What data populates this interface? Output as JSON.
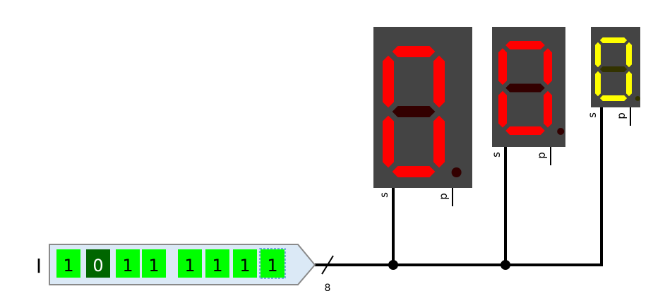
{
  "input": {
    "label": "I",
    "bits": [
      "1",
      "0",
      "1",
      "1",
      "1",
      "1",
      "1",
      "1"
    ],
    "selected_bit_index": 7,
    "bus_width": "8"
  },
  "displays": [
    {
      "name": "large",
      "segments_on": [
        "a",
        "b",
        "c",
        "d",
        "e",
        "f"
      ],
      "dp_on": false,
      "on_color": "#ff0000",
      "off_color": "#330000",
      "pin_s": "s",
      "pin_p": "p"
    },
    {
      "name": "medium",
      "segments_on": [
        "a",
        "b",
        "c",
        "d",
        "e",
        "f"
      ],
      "dp_on": false,
      "on_color": "#ff0000",
      "off_color": "#330000",
      "pin_s": "s",
      "pin_p": "p"
    },
    {
      "name": "small",
      "segments_on": [
        "a",
        "b",
        "c",
        "d",
        "e",
        "f"
      ],
      "dp_on": false,
      "on_color": "#ffff00",
      "off_color": "#333300",
      "pin_s": "s",
      "pin_p": "p"
    }
  ],
  "colors": {
    "display_body": "#444444",
    "bit_on": "#00ff00",
    "bit_off": "#006600",
    "input_body": "#dbe9f6",
    "input_border": "#8a8a8a",
    "wire": "#000000"
  }
}
